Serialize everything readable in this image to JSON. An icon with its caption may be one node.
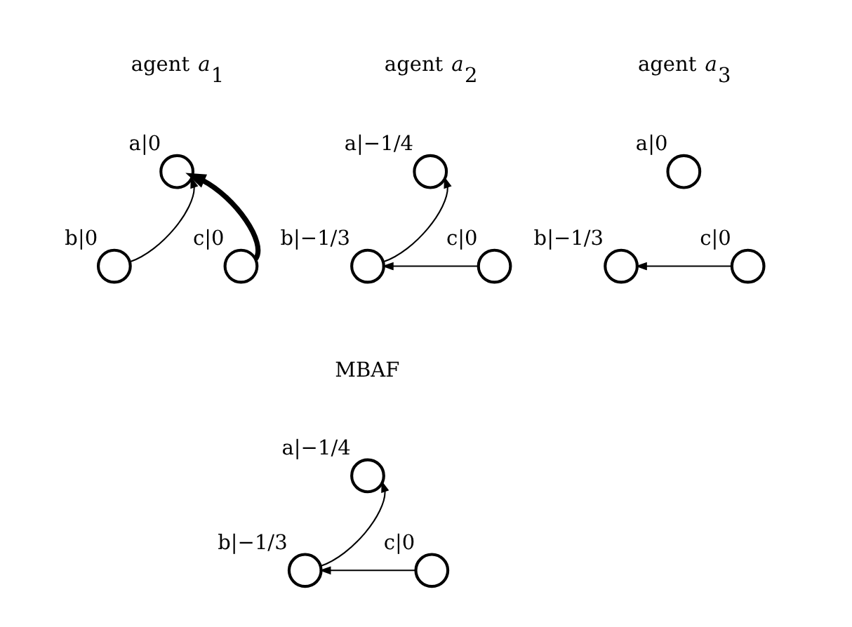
{
  "diagram": {
    "nodes": [
      {
        "text": [],
        "shape": "circle",
        "beside": [
          "a|0"
        ]
      },
      {
        "text": [],
        "shape": "circle",
        "beside": [
          "b|0"
        ]
      },
      {
        "text": [],
        "shape": "circle",
        "beside": [
          "c|0"
        ]
      },
      {
        "text": [],
        "shape": "circle",
        "beside": [
          "a|−1/4"
        ]
      },
      {
        "text": [],
        "shape": "circle",
        "beside": [
          "b|−1/3"
        ]
      },
      {
        "text": [],
        "shape": "circle",
        "beside": [
          "c|0"
        ]
      },
      {
        "text": [],
        "shape": "circle",
        "beside": [
          "a|0"
        ]
      },
      {
        "text": [],
        "shape": "circle",
        "beside": [
          "b|−1/3"
        ]
      },
      {
        "text": [],
        "shape": "circle",
        "beside": [
          "c|0"
        ]
      },
      {
        "text": [],
        "shape": "circle",
        "beside": [
          "a|−1/4"
        ]
      },
      {
        "text": [],
        "shape": "circle",
        "beside": [
          "b|−1/3"
        ]
      },
      {
        "text": [],
        "shape": "circle",
        "beside": [
          "c|0"
        ]
      }
    ],
    "edges": [
      {
        "from": 1,
        "to": 0,
        "arrow": "to"
      },
      {
        "from": 2,
        "to": 0,
        "arrow": "to",
        "style": "thick"
      },
      {
        "from": 4,
        "to": 3,
        "arrow": "to"
      },
      {
        "from": 5,
        "to": 4,
        "arrow": "to"
      },
      {
        "from": 8,
        "to": 7,
        "arrow": "to"
      },
      {
        "from": 10,
        "to": 9,
        "arrow": "to"
      },
      {
        "from": 11,
        "to": 10,
        "arrow": "to"
      }
    ],
    "labels": [
      "agent *a*$_{1}$",
      "agent *a*$_{2}$",
      "agent *a*$_{3}$",
      "MBAF"
    ]
  }
}
